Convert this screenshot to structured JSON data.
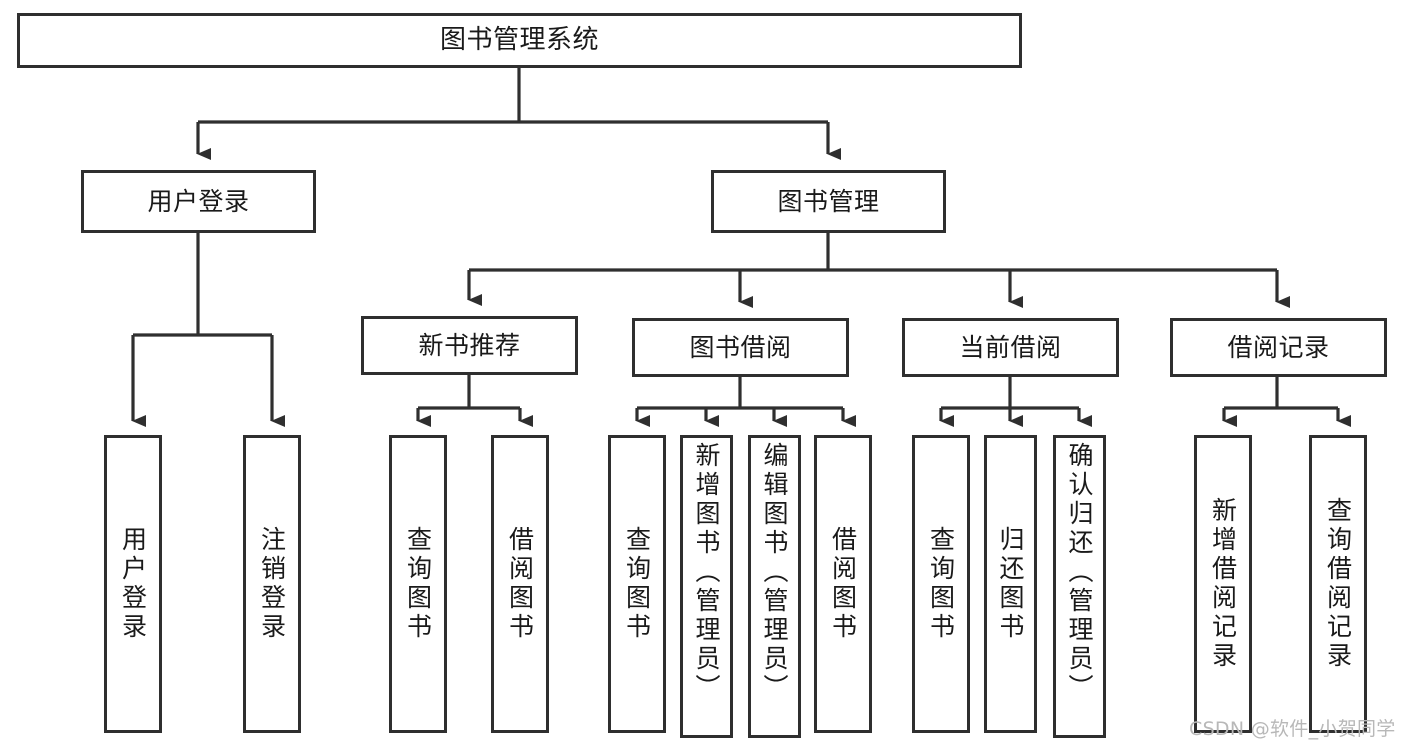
{
  "diagram": {
    "type": "tree-hierarchy",
    "title": "图书管理系统",
    "orientation": "top-down",
    "colors": {
      "box_border": "#2f2f2f",
      "box_fill": "#ffffff",
      "connector": "#2f2f2f",
      "text": "#1a1a1a",
      "watermark": "#b8b8b8",
      "background": "#ffffff"
    },
    "root": {
      "id": "root",
      "label": "图书管理系统",
      "orientation": "horizontal"
    },
    "level2": [
      {
        "id": "user-login",
        "label": "用户登录",
        "orientation": "horizontal"
      },
      {
        "id": "book-management",
        "label": "图书管理",
        "orientation": "horizontal"
      }
    ],
    "level3": [
      {
        "id": "new-book-recommend",
        "label": "新书推荐",
        "orientation": "horizontal",
        "parent": "book-management"
      },
      {
        "id": "book-borrow",
        "label": "图书借阅",
        "orientation": "horizontal",
        "parent": "book-management"
      },
      {
        "id": "current-borrow",
        "label": "当前借阅",
        "orientation": "horizontal",
        "parent": "book-management"
      },
      {
        "id": "borrow-record",
        "label": "借阅记录",
        "orientation": "horizontal",
        "parent": "book-management"
      }
    ],
    "leaves": [
      {
        "id": "leaf-user-login",
        "label": "用户登录",
        "parent": "user-login",
        "orientation": "vertical"
      },
      {
        "id": "leaf-user-logout",
        "label": "注销登录",
        "parent": "user-login",
        "orientation": "vertical"
      },
      {
        "id": "leaf-query-book-1",
        "label": "查询图书",
        "parent": "new-book-recommend",
        "orientation": "vertical"
      },
      {
        "id": "leaf-borrow-book-1",
        "label": "借阅图书",
        "parent": "new-book-recommend",
        "orientation": "vertical"
      },
      {
        "id": "leaf-query-book-2",
        "label": "查询图书",
        "parent": "book-borrow",
        "orientation": "vertical"
      },
      {
        "id": "leaf-add-book",
        "label": "新增图书（管理员）",
        "parent": "book-borrow",
        "orientation": "vertical"
      },
      {
        "id": "leaf-edit-book",
        "label": "编辑图书（管理员）",
        "parent": "book-borrow",
        "orientation": "vertical"
      },
      {
        "id": "leaf-borrow-book-2",
        "label": "借阅图书",
        "parent": "book-borrow",
        "orientation": "vertical"
      },
      {
        "id": "leaf-query-book-3",
        "label": "查询图书",
        "parent": "current-borrow",
        "orientation": "vertical"
      },
      {
        "id": "leaf-return-book",
        "label": "归还图书",
        "parent": "current-borrow",
        "orientation": "vertical"
      },
      {
        "id": "leaf-confirm-return",
        "label": "确认归还（管理员）",
        "parent": "current-borrow",
        "orientation": "vertical"
      },
      {
        "id": "leaf-add-record",
        "label": "新增借阅记录",
        "parent": "borrow-record",
        "orientation": "vertical"
      },
      {
        "id": "leaf-query-record",
        "label": "查询借阅记录",
        "parent": "borrow-record",
        "orientation": "vertical"
      }
    ]
  },
  "watermark": {
    "text": "CSDN @软件_小贺同学"
  }
}
